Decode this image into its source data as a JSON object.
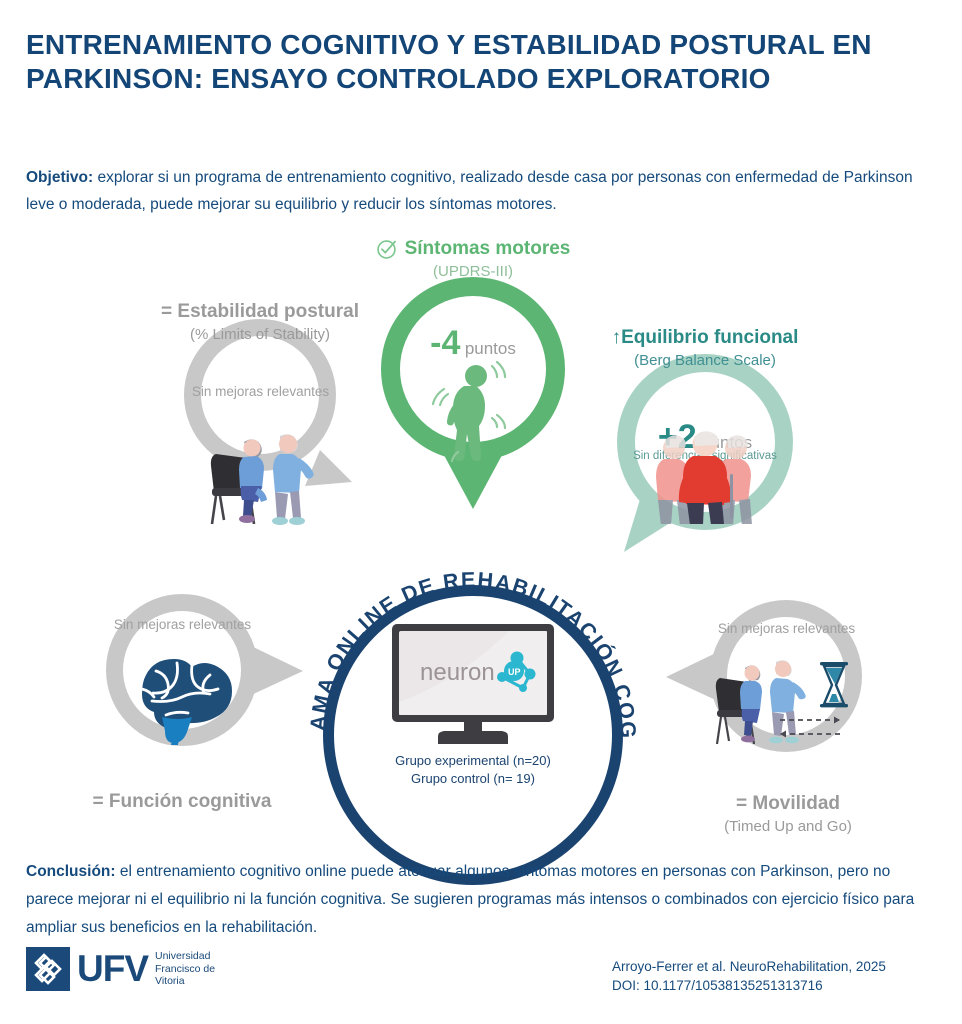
{
  "header": {
    "title": "ENTRENAMIENTO COGNITIVO Y ESTABILIDAD POSTURAL EN PARKINSON: ENSAYO CONTROLADO EXPLORATORIO",
    "objective_label": "Objetivo:",
    "objective_text": " explorar si un programa de entrenamiento cognitivo, realizado desde casa por personas con enfermedad de Parkinson leve o moderada, puede mejorar su equilibrio y reducir los síntomas motores."
  },
  "outcomes": {
    "motor": {
      "icon": "check-circle-icon",
      "label": "Síntomas motores",
      "sublabel": "(UPDRS-III)",
      "value": "-4",
      "unit": "puntos",
      "color": "#5cb573",
      "illustration": "stooped-person-tremor-icon"
    },
    "postural": {
      "prefix": "=",
      "label": "Estabilidad postural",
      "sublabel": "(% Limits of Stability)",
      "inner_text": "Sin mejoras relevantes",
      "color": "#9a9a9a",
      "illustration": "seated-and-standing-elderly-icon"
    },
    "balance": {
      "prefix": "↑",
      "label": "Equilibrio funcional",
      "sublabel": "(Berg Balance Scale)",
      "value": "+2",
      "unit": "puntos",
      "note": "Sin diferencias significativas",
      "color": "#a8d3c4",
      "illustration": "three-elderly-walking-icon"
    },
    "cognitive": {
      "prefix": "=",
      "label": "Función cognitiva",
      "sublabel": "",
      "inner_text": "Sin mejoras relevantes",
      "color": "#c8c8c8",
      "illustration": "brain-icon"
    },
    "mobility": {
      "prefix": "=",
      "label": "Movilidad",
      "sublabel": "(Timed Up and Go)",
      "inner_text": "Sin mejoras relevantes",
      "color": "#c8c8c8",
      "illustration": "timed-up-and-go-hourglass-icon"
    }
  },
  "center": {
    "ring_text": "PROGRAMA ONLINE DE REHABILITACIÓN COGNITIVA",
    "logo_text": "neuron",
    "logo_badge": "UP",
    "group_experimental": "Grupo experimental (n=20)",
    "group_control": "Grupo control (n= 19)",
    "color": "#1b4370",
    "illustration": "desktop-monitor-icon"
  },
  "footer": {
    "conclusion_label": "Conclusión:",
    "conclusion_text": " el entrenamiento cognitivo online puede atenuar algunos síntomas motores en personas con Parkinson, pero no parece mejorar ni el equilibrio ni la función cognitiva. Se sugieren programas más intensos o combinados con ejercicio físico para ampliar sus beneficios en la rehabilitación.",
    "logo_acronym": "UFV",
    "logo_line1": "Universidad",
    "logo_line2": "Francisco de",
    "logo_line3": "Vitoria",
    "citation_line1": "Arroyo-Ferrer et al. NeuroRehabilitation, 2025",
    "citation_line2": "DOI: 10.1177/10538135251313716"
  }
}
